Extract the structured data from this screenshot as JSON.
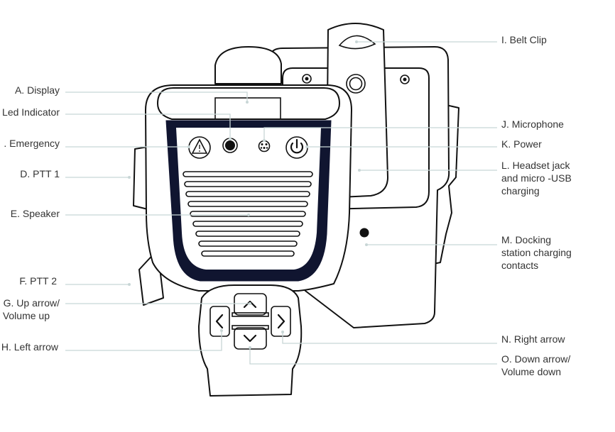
{
  "callouts": {
    "a": "A. Display",
    "b": "Led Indicator",
    "c": ". Emergency",
    "d": "D. PTT 1",
    "e": "E. Speaker",
    "f": "F. PTT 2",
    "g1": "G. Up arrow/",
    "g2": "Volume up",
    "h": "H. Left arrow",
    "i": "I. Belt Clip",
    "j": "J. Microphone",
    "k": "K. Power",
    "l1": "L. Headset jack",
    "l2": "and micro -USB",
    "l3": "charging",
    "m1": "M. Docking",
    "m2": "station charging",
    "m3": "contacts",
    "n": "N. Right arrow",
    "o1": "O. Down arrow/",
    "o2": "Volume down"
  },
  "colors": {
    "leader_line": "#c8d6d6",
    "outline": "#111111",
    "speaker_frame": "#101530",
    "label_text": "#333333"
  },
  "icons": [
    "warning-triangle-icon",
    "power-icon",
    "chevron-up-icon",
    "chevron-down-icon",
    "chevron-left-icon",
    "chevron-right-icon"
  ]
}
